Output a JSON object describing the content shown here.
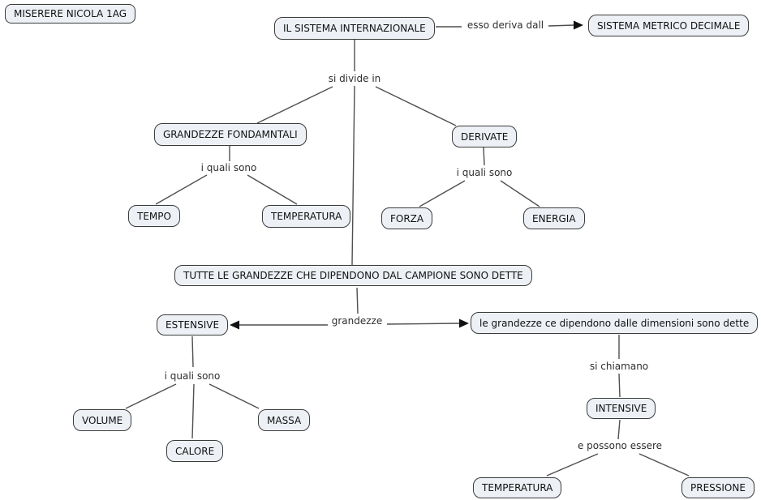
{
  "app": {
    "type": "concept-map",
    "background": "#ffffff"
  },
  "style": {
    "node_fill": "#edf1f6",
    "node_border": "#3b3b3b",
    "line_color": "#4f4f4f",
    "arrow_color": "#111111",
    "text_color": "#111111"
  },
  "nodes": {
    "author": {
      "label": "MISERERE NICOLA 1AG"
    },
    "sistema_internazionale": {
      "label": "IL SISTEMA INTERNAZIONALE"
    },
    "sistema_metrico": {
      "label": "SISTEMA METRICO DECIMALE"
    },
    "grandezze_fondamentali": {
      "label": "GRANDEZZE FONDAMNTALI"
    },
    "derivate": {
      "label": "DERIVATE"
    },
    "tempo": {
      "label": "TEMPO"
    },
    "temperatura_fondamentale": {
      "label": "TEMPERATURA"
    },
    "forza": {
      "label": "FORZA"
    },
    "energia": {
      "label": "ENERGIA"
    },
    "tutte_le_grandezze": {
      "label": "TUTTE LE GRANDEZZE CHE DIPENDONO DAL CAMPIONE SONO DETTE"
    },
    "estensive": {
      "label": "ESTENSIVE"
    },
    "dimensioni": {
      "label": "le grandezze ce dipendono dalle dimensioni sono dette"
    },
    "volume": {
      "label": "VOLUME"
    },
    "calore": {
      "label": "CALORE"
    },
    "massa": {
      "label": "MASSA"
    },
    "intensive": {
      "label": "INTENSIVE"
    },
    "temperatura_intensiva": {
      "label": "TEMPERATURA"
    },
    "pressione": {
      "label": "PRESSIONE"
    }
  },
  "links": {
    "esso_deriva_dall": {
      "label": "esso deriva dall"
    },
    "si_divide_in": {
      "label": "si divide in"
    },
    "i_quali_sono_fondamentali": {
      "label": "i quali sono"
    },
    "i_quali_sono_derivate": {
      "label": "i quali sono"
    },
    "grandezze": {
      "label": "grandezze"
    },
    "i_quali_sono_estensive": {
      "label": "i quali sono"
    },
    "si_chiamano": {
      "label": "si chiamano"
    },
    "e_possono_essere": {
      "label": "e possono essere"
    }
  }
}
